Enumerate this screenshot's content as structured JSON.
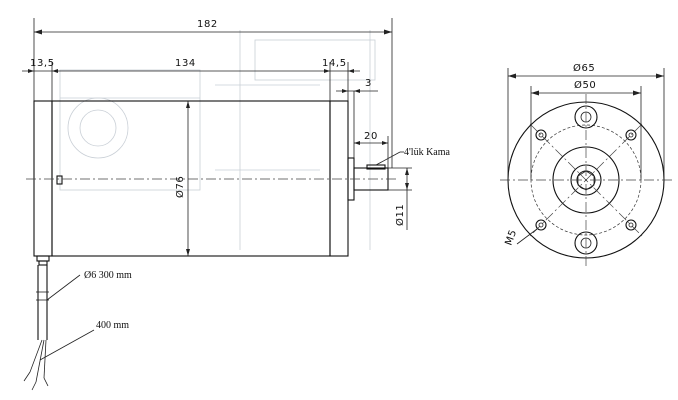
{
  "side_view": {
    "overall_length": "182",
    "left_cap_length": "13,5",
    "body_length": "134",
    "right_cap_length": "14,5",
    "shaft_step": "3",
    "shaft_length": "20",
    "body_diameter": "Ø76",
    "shaft_diameter": "Ø11",
    "key_note": "4'lük Kama"
  },
  "cable": {
    "diameter_label": "Ø6 300 mm",
    "lead_length_label": "400 mm"
  },
  "end_view": {
    "outer_diameter": "Ø65",
    "bolt_circle_diameter": "Ø50",
    "hole_label": "M5"
  }
}
